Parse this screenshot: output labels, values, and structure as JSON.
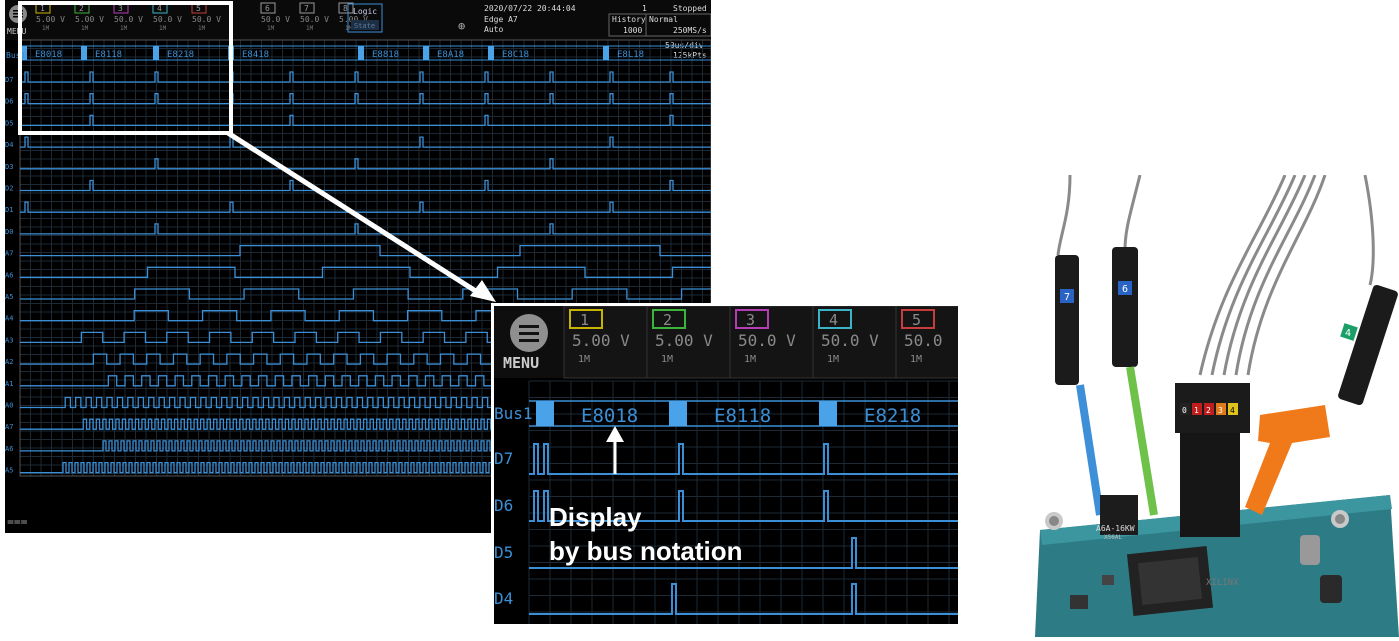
{
  "scope": {
    "menu_label": "MENU",
    "channels": [
      {
        "num": "1",
        "volt": "5.00 V",
        "imp": "1M",
        "color": "#c8b400"
      },
      {
        "num": "2",
        "volt": "5.00 V",
        "imp": "1M",
        "color": "#3cb43c"
      },
      {
        "num": "3",
        "volt": "50.0 V",
        "imp": "1M",
        "color": "#b43cb4"
      },
      {
        "num": "4",
        "volt": "50.0 V",
        "imp": "1M",
        "color": "#3cb4c8"
      },
      {
        "num": "5",
        "volt": "50.0 V",
        "imp": "1M",
        "color": "#c83c3c"
      },
      {
        "num": "6",
        "volt": "50.0 V",
        "imp": "1M",
        "color": "#9a9a9a"
      },
      {
        "num": "7",
        "volt": "50.0 V",
        "imp": "1M",
        "color": "#9a9a9a"
      },
      {
        "num": "8",
        "volt": "5.00 V",
        "imp": "1M",
        "color": "#9a9a9a"
      }
    ],
    "logic_label": "Logic",
    "logic_sub": "State",
    "datetime": "2020/07/22 20:44:04",
    "count": "1",
    "run_state": "Stopped",
    "trigger": "Edge A7",
    "trigger_mode": "Auto",
    "history_label": "History",
    "history_value": "1000",
    "acq_mode": "Normal",
    "sample_rate": "250MS/s",
    "time_div": "50us/div",
    "points": "125kPts",
    "bus_label": "Bus1",
    "bus_values": [
      "E8018",
      "E8118",
      "E8218",
      "E8418",
      "E8818",
      "E8A18",
      "E8C18",
      "E8L18"
    ],
    "trace_labels": [
      "D7",
      "D6",
      "D5",
      "D4",
      "D3",
      "D2",
      "D1",
      "D0",
      "A7",
      "A6",
      "A5",
      "A4",
      "A3",
      "A2",
      "A1",
      "A0",
      "A7",
      "A6",
      "A5"
    ]
  },
  "zoom": {
    "menu_label": "MENU",
    "channels": [
      {
        "num": "1",
        "volt": "5.00 V",
        "imp": "1M",
        "color": "#c8b400"
      },
      {
        "num": "2",
        "volt": "5.00 V",
        "imp": "1M",
        "color": "#3cb43c"
      },
      {
        "num": "3",
        "volt": "50.0 V",
        "imp": "1M",
        "color": "#b43cb4"
      },
      {
        "num": "4",
        "volt": "50.0 V",
        "imp": "1M",
        "color": "#3cb4c8"
      },
      {
        "num": "5",
        "volt": "50.0",
        "imp": "1M",
        "color": "#c83c3c"
      }
    ],
    "bus_label": "Bus1",
    "bus_values": [
      "E8018",
      "E8118",
      "E8218"
    ],
    "trace_labels": [
      "D7",
      "D6",
      "D5",
      "D4"
    ],
    "note_line1": "Display",
    "note_line2": "by bus notation"
  },
  "probe": {
    "tag_labels": [
      "7",
      "6",
      "4"
    ],
    "pin_labels": [
      "0",
      "1",
      "2",
      "3",
      "4"
    ],
    "chip_text_1": "A6A-16KW",
    "chip_text_2": "X56AL"
  },
  "colors": {
    "trace": "#3b8fd6",
    "grid": "#1d2a35",
    "screen": "#000000",
    "bus_fill": "#4aa3e8"
  }
}
